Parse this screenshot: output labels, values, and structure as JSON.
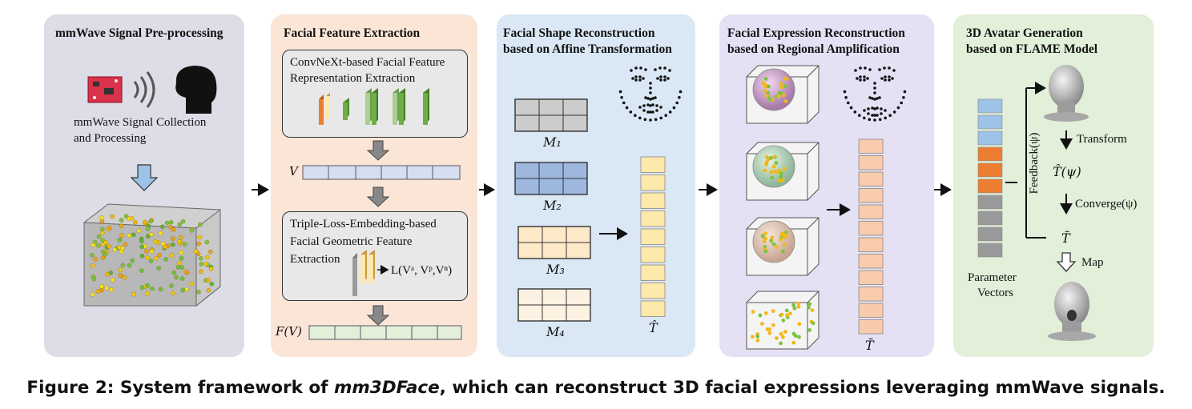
{
  "panels": {
    "preprocess": {
      "title": "mmWave Signal Pre-processing",
      "caption_line1": "mmWave Signal Collection",
      "caption_line2": "and Processing",
      "bg": "#dcdde6"
    },
    "feature": {
      "title": "Facial Feature Extraction",
      "convnext_line1": "ConvNeXt-based Facial Feature",
      "convnext_line2": "Representation Extraction",
      "v_label": "V",
      "triple_line1": "Triple-Loss-Embedding-based",
      "triple_line2": "Facial Geometric Feature",
      "triple_line3": "Extraction",
      "loss": "L(Vᵃ, Vᵖ,Vⁿ)",
      "fv_label": "F(V)",
      "bg": "#fbe5d6"
    },
    "shape": {
      "title_line1": "Facial Shape Reconstruction",
      "title_line2": "based on Affine Transformation",
      "m1": "M₁",
      "m2": "M₂",
      "m3": "M₃",
      "m4": "M₄",
      "t_hat": "T̂",
      "bg": "#dae8f5"
    },
    "expression": {
      "title_line1": "Facial Expression Reconstruction",
      "title_line2": "based on Regional Amplification",
      "t_tilde": "T̃",
      "bg": "#e5e0f3"
    },
    "avatar": {
      "title_line1": "3D Avatar Generation",
      "title_line2": "based on FLAME Model",
      "transform": "Transform",
      "t_hat_psi": "T̂(ψ)",
      "converge": "Converge(ψ)",
      "t_tilde": "T̃",
      "map": "Map",
      "feedback": "Feedback(ψ)",
      "param_line1": "Parameter",
      "param_line2": "Vectors",
      "bg": "#e2efd9"
    }
  },
  "caption": {
    "prefix": "Figure 2: System framework of ",
    "name": "mm3DFace",
    "suffix": ", which can reconstruct 3D facial expressions leveraging mmWave signals."
  },
  "colors": {
    "accent_yellow": "#fde9a9",
    "accent_orange": "#f8cbad",
    "accent_blue": "#9dc3e6",
    "accent_green": "#70ad47",
    "grey_arrow": "#888888"
  }
}
